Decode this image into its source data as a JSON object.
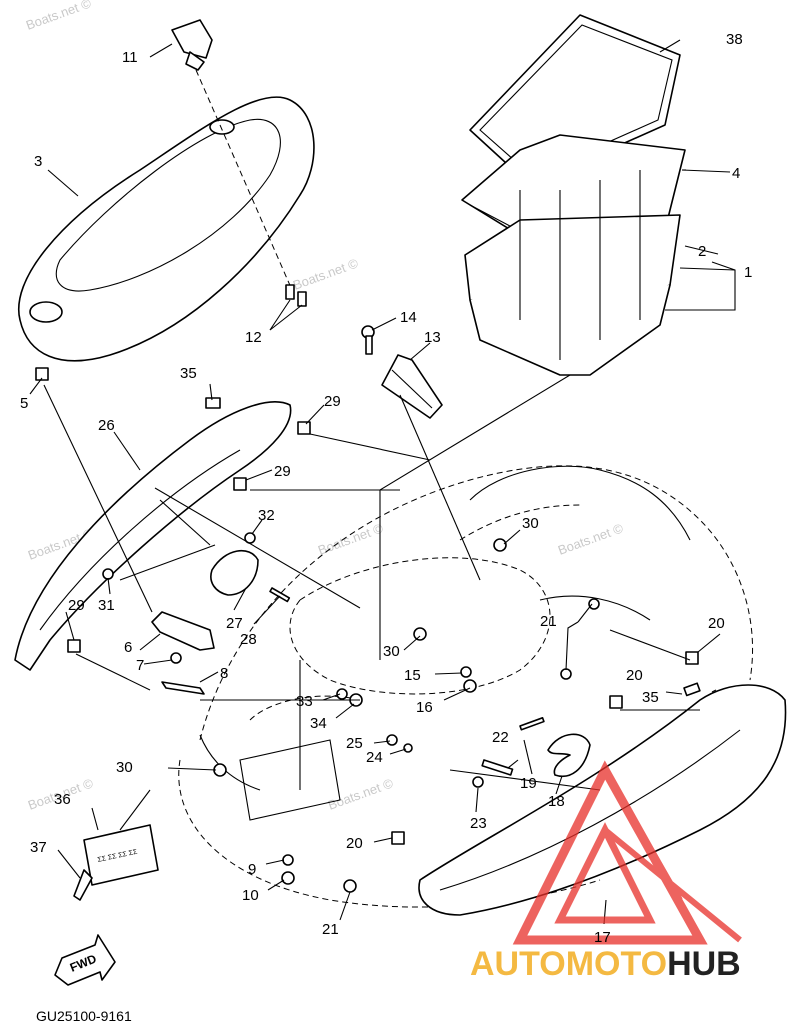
{
  "diagram_code": "GU25100-9161",
  "fwd_label": "FWD",
  "label_strip_text": "ΣΣ ΣΣ ΣΣ ΣΣ",
  "watermark_text": "Boats.net ©",
  "brand": {
    "part1": "AUTOMOTO",
    "part2": "HUB",
    "color1": "#f4b942",
    "color2": "#222222",
    "triangle_color": "#e8302a"
  },
  "callouts": {
    "c1": "1",
    "c2": "2",
    "c3": "3",
    "c4": "4",
    "c5": "5",
    "c6": "6",
    "c7": "7",
    "c8": "8",
    "c9": "9",
    "c10": "10",
    "c11": "11",
    "c12": "12",
    "c13": "13",
    "c14": "14",
    "c15": "15",
    "c16": "16",
    "c17": "17",
    "c18": "18",
    "c19": "19",
    "c20a": "20",
    "c20b": "20",
    "c20c": "20",
    "c21a": "21",
    "c21b": "21",
    "c22": "22",
    "c23": "23",
    "c24": "24",
    "c25": "25",
    "c26": "26",
    "c27": "27",
    "c28": "28",
    "c29a": "29",
    "c29b": "29",
    "c29c": "29",
    "c30a": "30",
    "c30b": "30",
    "c30c": "30",
    "c31": "31",
    "c32": "32",
    "c33": "33",
    "c34": "34",
    "c35a": "35",
    "c35b": "35",
    "c36": "36",
    "c37": "37",
    "c38": "38"
  }
}
